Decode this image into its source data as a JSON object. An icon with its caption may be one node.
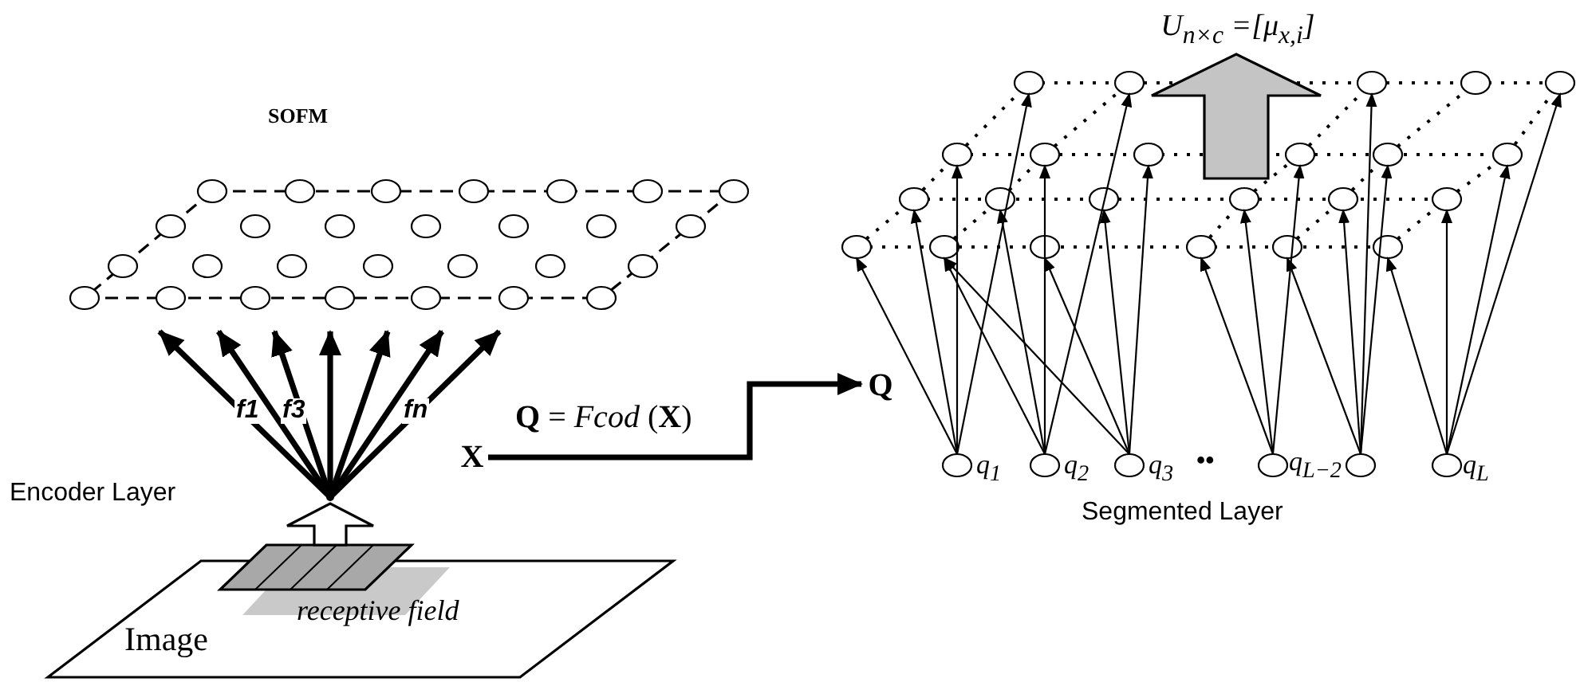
{
  "diagram": {
    "nodes": [
      {
        "text": [
          "SOFM"
        ]
      },
      {
        "text": [],
        "shape": "point"
      },
      {
        "text": [
          "Image"
        ]
      },
      {
        "text": [
          "receptive field"
        ],
        "in": 2
      },
      {
        "text": [
          "X"
        ]
      },
      {
        "text": [
          "Q"
        ]
      },
      {
        "text": [],
        "shape": "lattice"
      },
      {
        "text": [
          "U$_{n×c}$ =[μ$_{x,i}$]"
        ]
      },
      {
        "text": [],
        "shape": "circle",
        "beside": [
          "q$_{1}$"
        ]
      },
      {
        "text": [],
        "shape": "circle",
        "beside": [
          "q$_{2}$"
        ]
      },
      {
        "text": [],
        "shape": "circle",
        "beside": [
          "q$_{3}$"
        ]
      },
      {
        "text": [],
        "shape": "circle",
        "beside": [
          "q$_{L−2}$"
        ]
      },
      {
        "text": [],
        "shape": "circle"
      },
      {
        "text": [],
        "shape": "circle",
        "beside": [
          "q$_{L}$"
        ]
      }
    ],
    "edges": [
      {
        "from": 1,
        "to": 0,
        "arrow": "to",
        "style": "thick"
      },
      {
        "from": 1,
        "to": 0,
        "arrow": "to",
        "style": "thick",
        "label": "f1"
      },
      {
        "from": 1,
        "to": 0,
        "arrow": "to",
        "style": "thick",
        "label": "f3"
      },
      {
        "from": 1,
        "to": 0,
        "arrow": "to",
        "style": "thick"
      },
      {
        "from": 1,
        "to": 0,
        "arrow": "to",
        "style": "thick"
      },
      {
        "from": 1,
        "to": 0,
        "arrow": "to",
        "style": "thick",
        "label": "fn"
      },
      {
        "from": 1,
        "to": 0,
        "arrow": "to",
        "style": "thick"
      },
      {
        "from": 3,
        "to": 1,
        "arrow": "to",
        "style": "thick",
        "color": "#ffffff"
      },
      {
        "from": 4,
        "to": 5,
        "arrow": "to",
        "style": "thick",
        "label": "**Q** = *Fcod* (**X**)"
      },
      {
        "from": 8,
        "to": 6,
        "arrow": "to"
      },
      {
        "from": 8,
        "to": 6,
        "arrow": "to"
      },
      {
        "from": 8,
        "to": 6,
        "arrow": "to"
      },
      {
        "from": 8,
        "to": 6,
        "arrow": "to"
      },
      {
        "from": 9,
        "to": 6,
        "arrow": "to"
      },
      {
        "from": 9,
        "to": 6,
        "arrow": "to"
      },
      {
        "from": 9,
        "to": 6,
        "arrow": "to"
      },
      {
        "from": 9,
        "to": 6,
        "arrow": "to"
      },
      {
        "from": 10,
        "to": 6,
        "arrow": "to"
      },
      {
        "from": 10,
        "to": 6,
        "arrow": "to"
      },
      {
        "from": 10,
        "to": 6,
        "arrow": "to"
      },
      {
        "from": 10,
        "to": 6,
        "arrow": "to"
      },
      {
        "from": 11,
        "to": 6,
        "arrow": "to"
      },
      {
        "from": 11,
        "to": 6,
        "arrow": "to"
      },
      {
        "from": 11,
        "to": 6,
        "arrow": "to"
      },
      {
        "from": 12,
        "to": 6,
        "arrow": "to"
      },
      {
        "from": 12,
        "to": 6,
        "arrow": "to"
      },
      {
        "from": 12,
        "to": 6,
        "arrow": "to"
      },
      {
        "from": 12,
        "to": 6,
        "arrow": "to"
      },
      {
        "from": 13,
        "to": 6,
        "arrow": "to"
      },
      {
        "from": 13,
        "to": 6,
        "arrow": "to"
      },
      {
        "from": 13,
        "to": 6,
        "arrow": "to"
      },
      {
        "from": 13,
        "to": 6,
        "arrow": "to"
      },
      {
        "from": 6,
        "to": 7,
        "arrow": "to",
        "style": "thick",
        "color": "#c4c4c4"
      }
    ],
    "labels": [
      "Encoder Layer",
      "••",
      "Segmented Layer"
    ]
  }
}
